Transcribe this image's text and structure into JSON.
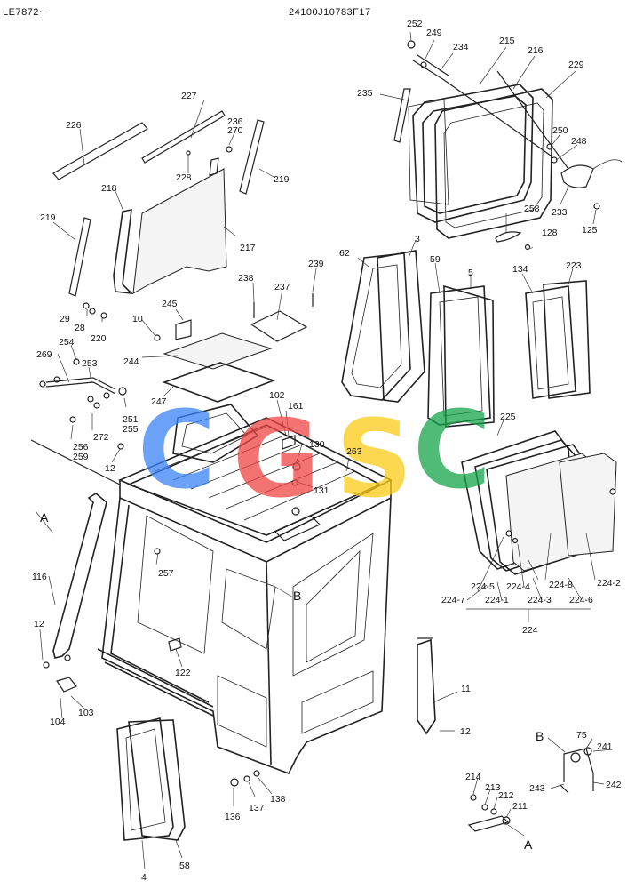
{
  "header": {
    "left": "LE7872~",
    "center": "24100J10783F17"
  },
  "watermark": {
    "letters": [
      "C",
      "G",
      "S",
      "C"
    ],
    "colors": [
      "#3b82f6",
      "#ef4444",
      "#facc15",
      "#16a34a"
    ]
  },
  "callouts": {
    "c252": "252",
    "c249": "249",
    "c234": "234",
    "c215": "215",
    "c216": "216",
    "c229": "229",
    "c235": "235",
    "c250": "250",
    "c248": "248",
    "c233": "233",
    "c125": "125",
    "c258": "258",
    "c128": "128",
    "c227": "227",
    "c226": "226",
    "c236": "236",
    "c270": "270",
    "c228": "228",
    "c219a": "219",
    "c218": "218",
    "c217": "217",
    "c219b": "219",
    "c29": "29",
    "c28": "28",
    "c220": "220",
    "c238": "238",
    "c237": "237",
    "c239": "239",
    "c245": "245",
    "c10": "10",
    "c244": "244",
    "c247": "247",
    "c62": "62",
    "c3": "3",
    "c59": "59",
    "c5": "5",
    "c134": "134",
    "c223": "223",
    "c269": "269",
    "c254": "254",
    "c253": "253",
    "c251": "251",
    "c255": "255",
    "c272": "272",
    "c256": "256",
    "c259": "259",
    "c102": "102",
    "c161": "161",
    "c130": "130",
    "c131": "131",
    "c263": "263",
    "c12a": "12",
    "c225": "225",
    "c116": "116",
    "c257": "257",
    "c12b": "12",
    "c104": "104",
    "c103": "103",
    "c122": "122",
    "c224_5": "224-5",
    "c224_4": "224-4",
    "c224_8": "224-8",
    "c224_2": "224-2",
    "c224_7": "224-7",
    "c224_1": "224-1",
    "c224_3": "224-3",
    "c224_6": "224-6",
    "c224": "224",
    "c11": "11",
    "c12c": "12",
    "c75": "75",
    "c241": "241",
    "c243": "243",
    "c242": "242",
    "c214": "214",
    "c213": "213",
    "c212": "212",
    "c211": "211",
    "c136": "136",
    "c137": "137",
    "c138": "138",
    "c4": "4",
    "c58": "58",
    "refA1": "A",
    "refB1": "B",
    "refB2": "B",
    "refA2": "A"
  }
}
